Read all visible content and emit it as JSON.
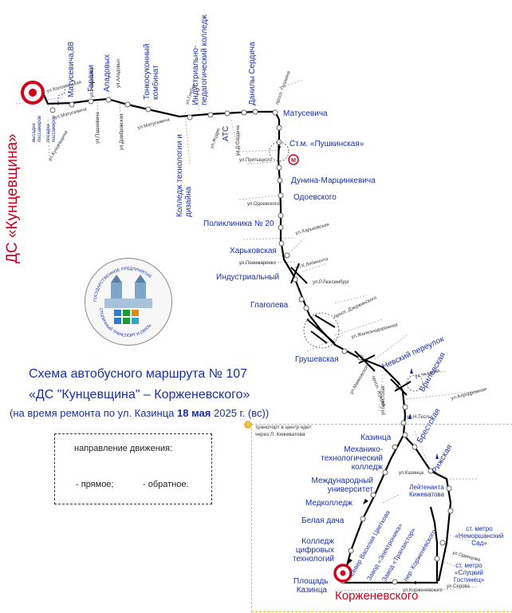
{
  "title": {
    "line1": "Схема автобусного маршрута № 107",
    "line2": "«ДС \"Кунцевщина\" – Корженевского»",
    "line3_prefix": "(на время ремонта по ул. Казинца",
    "line3_date": "18 мая",
    "line3_suffix": "2025 г. (вс))"
  },
  "depot": "ДС «Кунцевщина»",
  "terminus": "Корженевского",
  "depot_notes": {
    "exit": "высадка пассажиров",
    "entry": "посадка пассажиров"
  },
  "notice": {
    "line1": "транспорт в центр едет",
    "line2": "через Л. Кижеватова"
  },
  "logo": {
    "top_text": "ГОСУДАРСТВЕННОЕ ПРЕДПРИЯТИЕ",
    "bottom_text": "СТОЛИЧНЫЙ ТРАНСПОРТ И СВЯЗЬ"
  },
  "legend": {
    "title": "направление движения:",
    "forward": "- прямое;",
    "reverse": "- обратное."
  },
  "stops": {
    "matusevicha88": "Матусевича,88",
    "garazhi": "Гаражи",
    "aladovykh": "Аладовых",
    "tonkosukonny": "Тонкосуконный комбинат",
    "college_tech": "Колледж технологии и дизайна",
    "industrial_ped": "Индустриально-педагогический колледж",
    "ats": "АТС",
    "danila": "Данилы Сердича",
    "matusevicha": "Матусевича",
    "pushkinskaya": "Ст.м. «Пушкинская»",
    "dunina": "Дунина-Марцинкевича",
    "odoevskogo": "Одоевского",
    "poliklinika": "Поликлиника № 20",
    "kharkovskaya": "Харьковская",
    "industrialny": "Индустриальный",
    "glagoleva": "Глаголева",
    "grushevskaya": "Грушевская",
    "nevsky": "Невский переулок",
    "brilevskaya": "Брилевская",
    "brestskaya": "Брестская",
    "kazintsa": "Казинца",
    "mekhaniko": "Механико-технологический колледж",
    "mezhdunarodny": "Международный университет",
    "medkolledzh": "Медколледж",
    "belaya_dacha": "Белая дача",
    "kolledzh_cifr": "Колледж цифровых технологий",
    "ploshchad": "Площадь Казинца",
    "leytenanta": "Лейтенанта Кижеватова",
    "rizhskaya": "Рижская",
    "nemorshansky": "ст. метро «Неморшанский Сад»",
    "slutsky": "ст. метро «Слуцкий Гостинец»",
    "sever_tsvetkova": "Север Василия Цветкова",
    "zavod_elektronika": "Завод «Электроника»",
    "zavod_tranzistor": "Завод «Транзистор»",
    "per_korzhenevskogo": "пер. Корженевского"
  },
  "streets": {
    "kolomenskaya": "ул.Коломенская",
    "matusevicha1": "ул.Матусевича",
    "kuntsevshchina": "ул.Кунцевщина",
    "zhinevicha": "ул.Жиновича",
    "aladovykh": "ул.Аладовых",
    "pashkevicha": "ул.Пашкевича",
    "domashevskogo": "ул.Домбровская",
    "matusevicha2": "ул.Матусевича",
    "glebki": "ул.Глебки",
    "zhudro": "ул.Жудро",
    "serdicha": "ул.Д.Сердича",
    "prityckogo": "ул.Притыцкого",
    "pushkina_prosp": "просп. Пушкина",
    "odoevskogo": "ул.Одоевского",
    "kharkovskaya": "ул.Харьковская",
    "ponomarenko": "ул.Пономаренко",
    "libknehta": "ул.К.Либкнехта",
    "lyuksemburg": "ул.Р.Люксембург",
    "dzerzhinskogo": "просп. Дзержинского",
    "zheleznodorozhnaya": "ул.Железнодорожная",
    "mayakovskogo": "ул.Маяковского",
    "zhukova": "просп. Жукова",
    "chkalova": "ул.Чкалова",
    "aerodromnaya": "ул.Аэродромная",
    "brestskaya": "ул.Брестская",
    "tesly": "ул.Н.Теслы",
    "kazintsa": "ул.Казинца",
    "korzhenevskogo": "ул.Корженевского",
    "serova": "ул.Серова",
    "odintsova": "ул.Одинцова"
  },
  "colors": {
    "route": "#000000",
    "stop_text": "#1a2fa8",
    "depot": "#d0021b",
    "notice_border": "#e8b93a",
    "reverse_arrow": "#1a2fa8"
  }
}
